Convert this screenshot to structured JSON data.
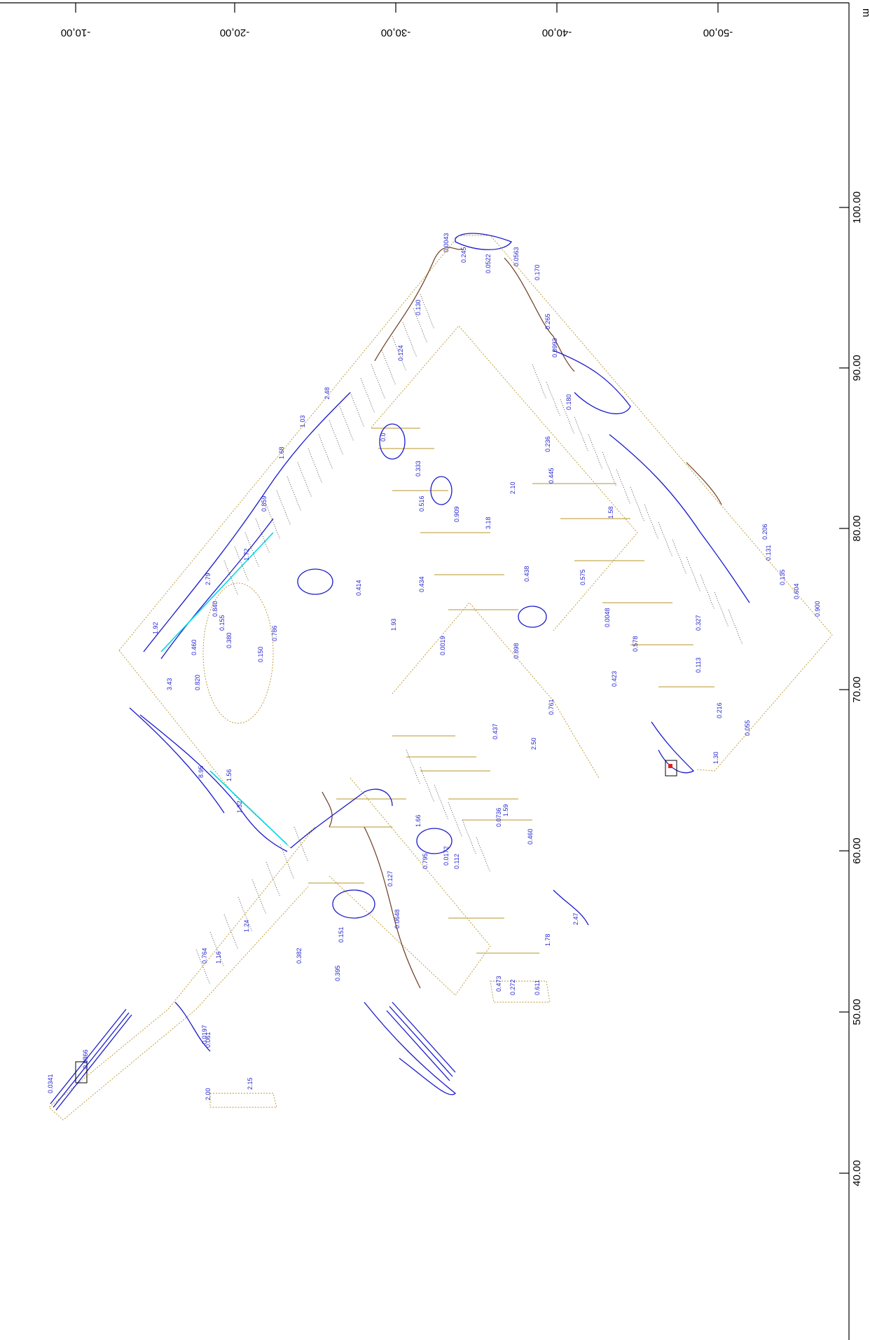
{
  "axes": {
    "top_ticks": [
      "-10,00",
      "-20,00",
      "-30,00",
      "-40,00",
      "-50,00"
    ],
    "right_ticks": [
      "100.00",
      "90.00",
      "80.00",
      "70.00",
      "60.00",
      "50.00",
      "40.00"
    ],
    "unit": "m"
  },
  "contour_labels": [
    "0.0043",
    "0.0522",
    "0.0563",
    "0.245",
    "0.170",
    "0.130",
    "0.124",
    "0.265",
    "0.0993",
    "2.48",
    "1.03",
    "1.68",
    "2.79",
    "1.92",
    "0.859",
    "1.72",
    "0.840",
    "0.380",
    "0.460",
    "0.820",
    "0.155",
    "0.786",
    "0.150",
    "3.43",
    "8.95",
    "1.56",
    "1.32",
    "0.333",
    "0.516",
    "0.909",
    "3.18",
    "2.10",
    "0.236",
    "0.445",
    "0.180",
    "1.58",
    "0.575",
    "0.0048",
    "0.438",
    "0.414",
    "0.434",
    "1.93",
    "0.0019",
    "0.898",
    "0.761",
    "0.437",
    "2.50",
    "0.423",
    "0.578",
    "0.327",
    "0.113",
    "0.055",
    "0.216",
    "0.900",
    "0.135",
    "0.131",
    "0.206",
    "0.604",
    "0.0736",
    "0.460",
    "1.59",
    "0.112",
    "0.0172",
    "0.795",
    "1.66",
    "0.127",
    "0.0648",
    "0.151",
    "0.382",
    "0.395",
    "0.764",
    "1.24",
    "1.16",
    "0.0197",
    "0.061",
    "0.0866",
    "0.0341",
    "2.00",
    "2.15",
    "0.473",
    "0.272",
    "0.611",
    "2.47",
    "1.78",
    "1.30",
    "0.0"
  ]
}
